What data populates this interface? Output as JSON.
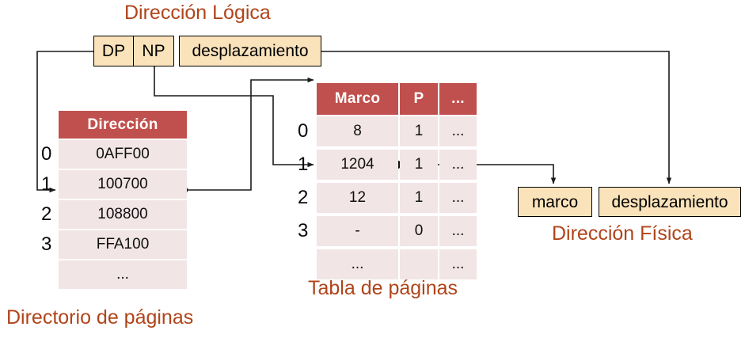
{
  "diagram": {
    "titles": {
      "logical_address": "Dirección Lógica",
      "physical_address": "Dirección Física",
      "page_directory": "Directorio de páginas",
      "page_table": "Tabla de páginas"
    },
    "logical_address_fields": [
      {
        "label": "DP"
      },
      {
        "label": "NP"
      },
      {
        "label": "desplazamiento"
      }
    ],
    "physical_address_fields": [
      {
        "label": "marco"
      },
      {
        "label": "desplazamiento"
      }
    ],
    "page_directory": {
      "headers": [
        "Dirección"
      ],
      "row_indices": [
        "0",
        "1",
        "2",
        "3",
        ""
      ],
      "rows": [
        [
          "0AFF00"
        ],
        [
          "100700"
        ],
        [
          "108800"
        ],
        [
          "FFA100"
        ],
        [
          "..."
        ]
      ]
    },
    "page_table": {
      "headers": [
        "Marco",
        "P",
        "..."
      ],
      "row_indices": [
        "0",
        "1",
        "2",
        "3",
        ""
      ],
      "rows": [
        [
          "8",
          "1",
          "..."
        ],
        [
          "1204",
          "1",
          "..."
        ],
        [
          "12",
          "1",
          "..."
        ],
        [
          "-",
          "0",
          "..."
        ],
        [
          "...",
          "",
          "..."
        ]
      ]
    },
    "colors": {
      "title_text": "#b0441a",
      "table_header_bg": "#c0504d",
      "table_row_bg": "#f2e5e5",
      "field_box_bg": "#fae3bb",
      "wire": "#1a1a1a"
    }
  }
}
